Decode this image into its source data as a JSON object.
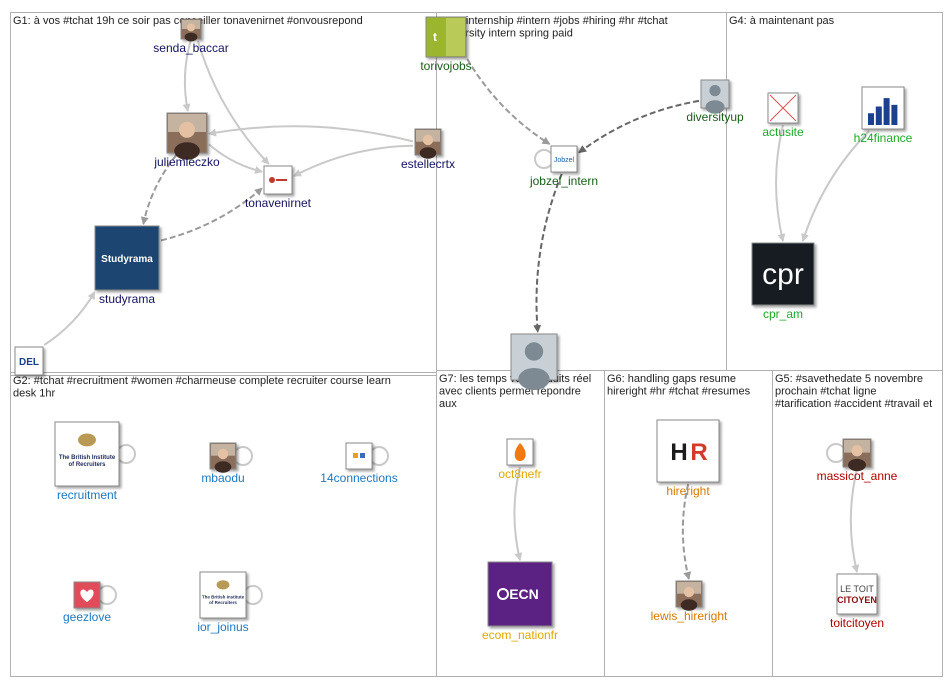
{
  "colors": {
    "g1": "#13135e",
    "g2": "#1e78be",
    "g3": "#1a5c1a",
    "g4": "#1ea82b",
    "g5": "#b00000",
    "g6": "#d47a00",
    "g7": "#e0a800",
    "edge_solid": "#c9c9c9",
    "edge_dashed": "#9a9a9a",
    "edge_dark": "#666666",
    "border": "#b0b0b0"
  },
  "groups": [
    {
      "id": "g1",
      "title": [
        "G1: à vos #tchat 19h ce soir pas conseiller tonavenirnet #onvousrepond"
      ]
    },
    {
      "id": "g2",
      "title": [
        "G2: #tchat #recruitment #women #charmeuse complete recruiter course learn",
        "desk 1hr"
      ]
    },
    {
      "id": "g3",
      "title": [
        "G3: #internship #intern #jobs #hiring #hr #tchat",
        "#diversity intern spring paid"
      ]
    },
    {
      "id": "g4",
      "title": [
        "G4: à maintenant pas"
      ]
    },
    {
      "id": "g5",
      "title": [
        "G5: #savethedate 5 novembre",
        "prochain #tchat ligne",
        "#tarification #accident #travail et"
      ]
    },
    {
      "id": "g6",
      "title": [
        "G6: handling gaps resume",
        "hireright #hr #tchat #resumes"
      ]
    },
    {
      "id": "g7",
      "title": [
        "G7: les temps voir produits réel",
        "avec clients permet répondre",
        "aux"
      ]
    }
  ],
  "nodes": [
    {
      "id": "senda_baccar",
      "group": "g1",
      "icon": "person-avatar-icon",
      "label": "senda_baccar"
    },
    {
      "id": "juliemleczko",
      "group": "g1",
      "icon": "person-avatar-icon",
      "label": "juliemleczko"
    },
    {
      "id": "tonavenirnet",
      "group": "g1",
      "icon": "tonavenir-logo-icon",
      "label": "tonavenirnet"
    },
    {
      "id": "estellecrtx",
      "group": "g1",
      "icon": "person-avatar-icon",
      "label": "estellecrtx"
    },
    {
      "id": "studyrama",
      "group": "g1",
      "icon": "studyrama-logo-icon",
      "label": "studyrama",
      "logo_text": "Studyrama"
    },
    {
      "id": "del",
      "group": "g1",
      "icon": "del-logo-icon",
      "label": "",
      "logo_text": "DEL"
    },
    {
      "id": "torivojobs",
      "group": "g3",
      "icon": "torivo-logo-icon",
      "label": "torivojobs"
    },
    {
      "id": "diversityup",
      "group": "g3",
      "icon": "default-avatar-icon",
      "label": "diversityup"
    },
    {
      "id": "jobzel_intern",
      "group": "g3",
      "icon": "jobzel-logo-icon",
      "label": "jobzel_intern",
      "logo_text": "Jobzel"
    },
    {
      "id": "g3_unknown",
      "group": "g3",
      "icon": "default-avatar-icon",
      "label": ""
    },
    {
      "id": "actusite",
      "group": "g4",
      "icon": "broken-image-icon",
      "label": "actusite"
    },
    {
      "id": "h24finance",
      "group": "g4",
      "icon": "h24-logo-icon",
      "label": "h24finance"
    },
    {
      "id": "cpr_am",
      "group": "g4",
      "icon": "cpr-logo-icon",
      "label": "cpr_am",
      "logo_text": "cpr"
    },
    {
      "id": "recruitment",
      "group": "g2",
      "icon": "british-institute-logo-icon",
      "label": "recruitment",
      "logo_text": [
        "The British Institute",
        "of Recruiters"
      ]
    },
    {
      "id": "mbaodu",
      "group": "g2",
      "icon": "person-avatar-icon",
      "label": "mbaodu"
    },
    {
      "id": "14connections",
      "group": "g2",
      "icon": "connections-logo-icon",
      "label": "14connections"
    },
    {
      "id": "geezlove",
      "group": "g2",
      "icon": "heart-icon",
      "label": "geezlove"
    },
    {
      "id": "ior_joinus",
      "group": "g2",
      "icon": "british-institute-logo-icon",
      "label": "ior_joinus",
      "logo_text": [
        "The British Institute",
        "of Recruiters"
      ]
    },
    {
      "id": "oct8nefr",
      "group": "g7",
      "icon": "flame-logo-icon",
      "label": "oct8nefr"
    },
    {
      "id": "ecom_nationfr",
      "group": "g7",
      "icon": "ecn-logo-icon",
      "label": "ecom_nationfr",
      "logo_text": "ECN"
    },
    {
      "id": "hireright",
      "group": "g6",
      "icon": "hireright-logo-icon",
      "label": "hireright",
      "logo_text": "HR"
    },
    {
      "id": "lewis_hireright",
      "group": "g6",
      "icon": "person-avatar-icon",
      "label": "lewis_hireright"
    },
    {
      "id": "massicot_anne",
      "group": "g5",
      "icon": "person-avatar-icon",
      "label": "massicot_anne"
    },
    {
      "id": "toitcitoyen",
      "group": "g5",
      "icon": "toit-citoyen-logo-icon",
      "label": "toitcitoyen",
      "logo_text": [
        "LE TOIT",
        "CITOYEN"
      ]
    }
  ],
  "edges": [
    {
      "from": "senda_baccar",
      "to": "juliemleczko",
      "style": "solid"
    },
    {
      "from": "senda_baccar",
      "to": "tonavenirnet",
      "style": "solid"
    },
    {
      "from": "juliemleczko",
      "to": "tonavenirnet",
      "style": "solid"
    },
    {
      "from": "estellecrtx",
      "to": "juliemleczko",
      "style": "solid"
    },
    {
      "from": "estellecrtx",
      "to": "tonavenirnet",
      "style": "solid"
    },
    {
      "from": "juliemleczko",
      "to": "studyrama",
      "style": "dashed"
    },
    {
      "from": "studyrama",
      "to": "tonavenirnet",
      "style": "dashed"
    },
    {
      "from": "del",
      "to": "studyrama",
      "style": "solid"
    },
    {
      "from": "torivojobs",
      "to": "jobzel_intern",
      "style": "dashed"
    },
    {
      "from": "diversityup",
      "to": "jobzel_intern",
      "style": "dashed-dark"
    },
    {
      "from": "jobzel_intern",
      "to": "g3_unknown",
      "style": "dashed-dark"
    },
    {
      "from": "actusite",
      "to": "cpr_am",
      "style": "solid"
    },
    {
      "from": "h24finance",
      "to": "cpr_am",
      "style": "solid"
    },
    {
      "from": "oct8nefr",
      "to": "ecom_nationfr",
      "style": "solid"
    },
    {
      "from": "hireright",
      "to": "lewis_hireright",
      "style": "dashed"
    },
    {
      "from": "massicot_anne",
      "to": "toitcitoyen",
      "style": "solid"
    }
  ],
  "self_loops": [
    "jobzel_intern",
    "recruitment",
    "mbaodu",
    "14connections",
    "geezlove",
    "ior_joinus",
    "massicot_anne"
  ]
}
